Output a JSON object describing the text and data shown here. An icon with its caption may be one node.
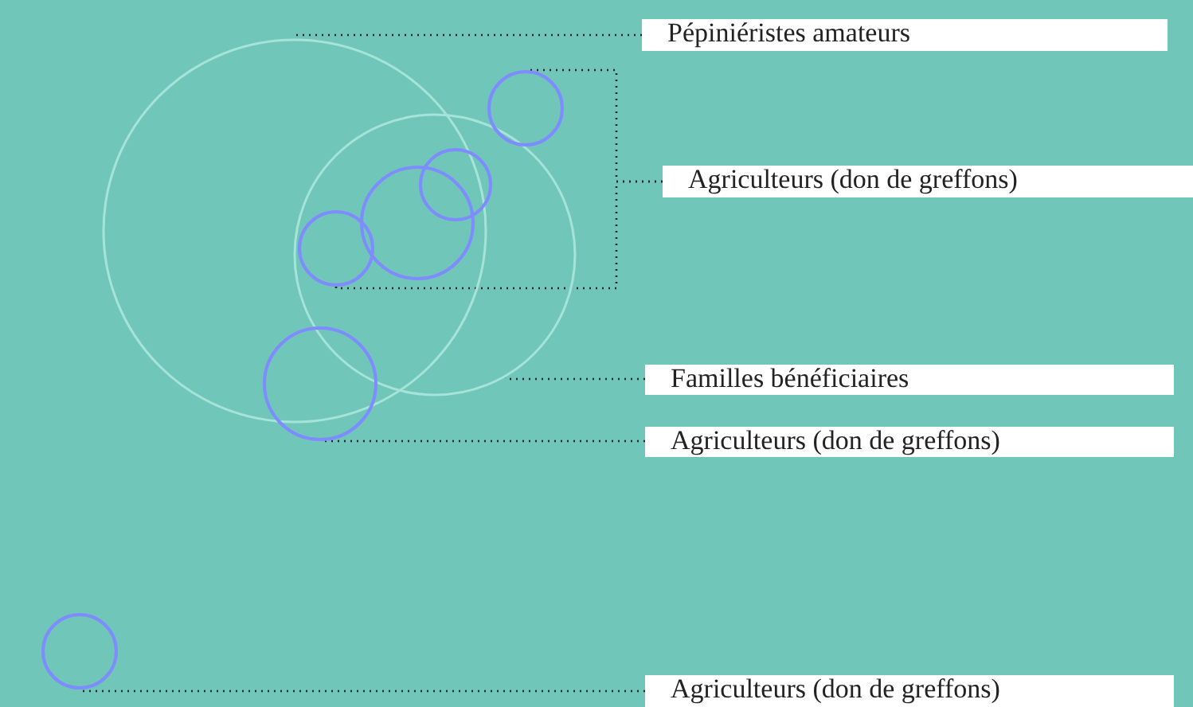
{
  "diagram": {
    "nodes": [
      {
        "text": [
          "Pépiniéristes amateurs"
        ]
      },
      {
        "text": [],
        "shape": "circle"
      },
      {
        "text": [],
        "shape": "circle"
      },
      {
        "text": [],
        "shape": "circle"
      },
      {
        "text": [],
        "shape": "circle"
      },
      {
        "text": [],
        "shape": "circle"
      },
      {
        "text": [],
        "shape": "circle"
      },
      {
        "text": [
          "Agriculteurs (don de greffons)"
        ]
      },
      {
        "text": [
          "Familles bénéficiaires"
        ]
      },
      {
        "text": [],
        "shape": "circle"
      },
      {
        "text": [
          "Agriculteurs (don de greffons)"
        ]
      },
      {
        "text": [],
        "shape": "circle"
      },
      {
        "text": [
          "Agriculteurs (don de greffons)"
        ]
      }
    ],
    "edges": [
      {
        "from": 0,
        "to": 1,
        "arrow": "none"
      },
      {
        "from": 7,
        "to": 3,
        "arrow": "none"
      },
      {
        "from": 7,
        "to": 6,
        "arrow": "none"
      },
      {
        "from": 8,
        "to": 2,
        "arrow": "none"
      },
      {
        "from": 10,
        "to": 9,
        "arrow": "none"
      },
      {
        "from": 12,
        "to": 11,
        "arrow": "none"
      }
    ]
  }
}
